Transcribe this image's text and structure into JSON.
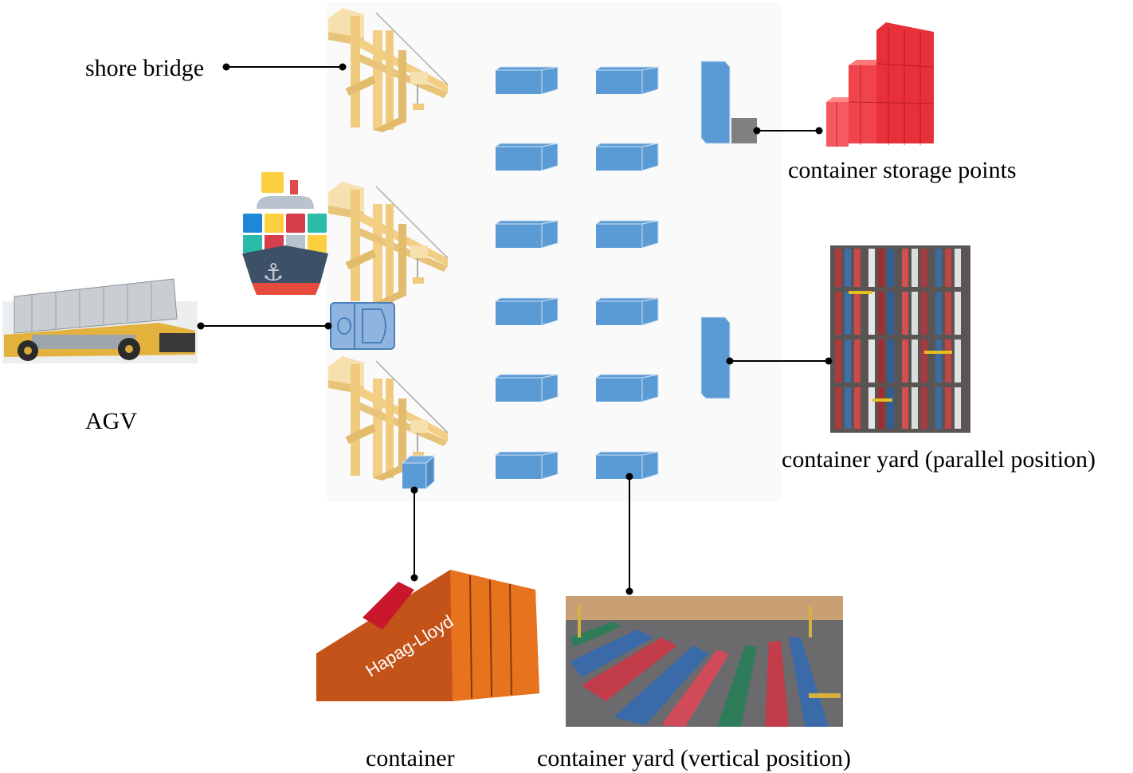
{
  "labels": {
    "shore_bridge": "shore bridge",
    "agv": "AGV",
    "container": "container",
    "container_storage_points": "container storage points",
    "container_yard_parallel": "container yard (parallel position)",
    "container_yard_vertical": "container yard (vertical position)"
  },
  "icons": {
    "crane": "quay-crane-icon",
    "ship": "container-ship-icon",
    "agv_top": "agv-topview-icon",
    "block": "container-block-icon"
  },
  "colors": {
    "block": "#5b9bd5",
    "crane": "#f2cf85",
    "storage_point": "#808080",
    "panel": "#fafafa",
    "connector": "#000000"
  }
}
